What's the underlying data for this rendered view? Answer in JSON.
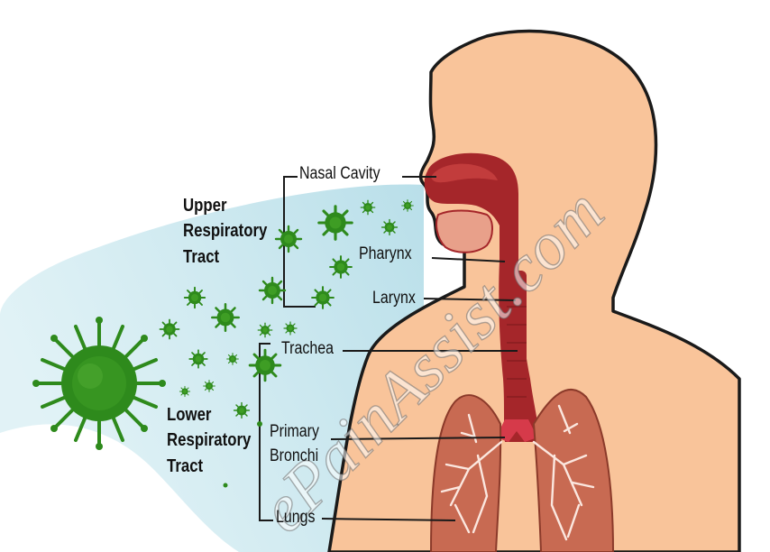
{
  "labels": {
    "nasal_cavity": "Nasal Cavity",
    "pharynx": "Pharynx",
    "larynx": "Larynx",
    "trachea": "Trachea",
    "primary_bronchi_line1": "Primary",
    "primary_bronchi_line2": "Bronchi",
    "lungs": "Lungs"
  },
  "groups": {
    "upper_line1": "Upper",
    "upper_line2": "Respiratory",
    "upper_line3": "Tract",
    "lower_line1": "Lower",
    "lower_line2": "Respiratory",
    "lower_line3": "Tract"
  },
  "watermark": "ePainAssist.com",
  "colors": {
    "skin": "#f9c49a",
    "skin_outline": "#1a1a1a",
    "airway": "#a5262a",
    "lung": "#c86a52",
    "virus": "#2e8a1c",
    "spray": "#c9e6ee",
    "leader_line": "#1a1a1a"
  },
  "icons": [
    "virus-icon",
    "airway-illustration",
    "lung-illustration"
  ]
}
